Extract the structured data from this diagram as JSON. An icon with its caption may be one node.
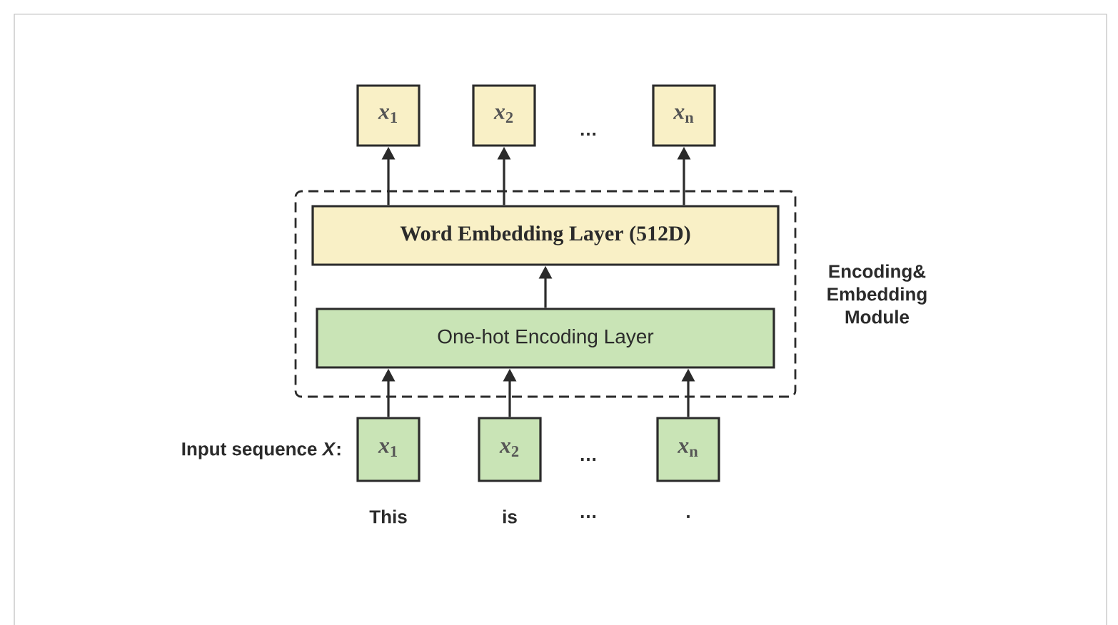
{
  "diagram": {
    "nodes": [
      {
        "text": [
          "Encoding& Embedding Module"
        ]
      },
      {
        "text": [
          "Word Embedding Layer (512D)"
        ],
        "in": 0
      },
      {
        "text": [
          "One-hot Encoding Layer"
        ],
        "in": 0
      },
      {
        "text": [
          "*x*$_{1}$"
        ]
      },
      {
        "text": [
          "*x*$_{2}$"
        ]
      },
      {
        "text": [
          "*x*$_{n}$"
        ]
      },
      {
        "text": [
          "*x*$_{1}$"
        ]
      },
      {
        "text": [
          "*x*$_{2}$"
        ]
      },
      {
        "text": [
          "*x*$_{n}$"
        ]
      }
    ],
    "edges": [
      {
        "from": 6,
        "to": 2,
        "arrow": "to"
      },
      {
        "from": 7,
        "to": 2,
        "arrow": "to"
      },
      {
        "from": 8,
        "to": 2,
        "arrow": "to"
      },
      {
        "from": 2,
        "to": 1,
        "arrow": "to"
      },
      {
        "from": 1,
        "to": 3,
        "arrow": "to"
      },
      {
        "from": 1,
        "to": 4,
        "arrow": "to"
      },
      {
        "from": 1,
        "to": 5,
        "arrow": "to"
      }
    ],
    "labels": [
      "…",
      "Input sequence *X*:",
      "…",
      "This",
      "is",
      "…",
      "."
    ]
  }
}
